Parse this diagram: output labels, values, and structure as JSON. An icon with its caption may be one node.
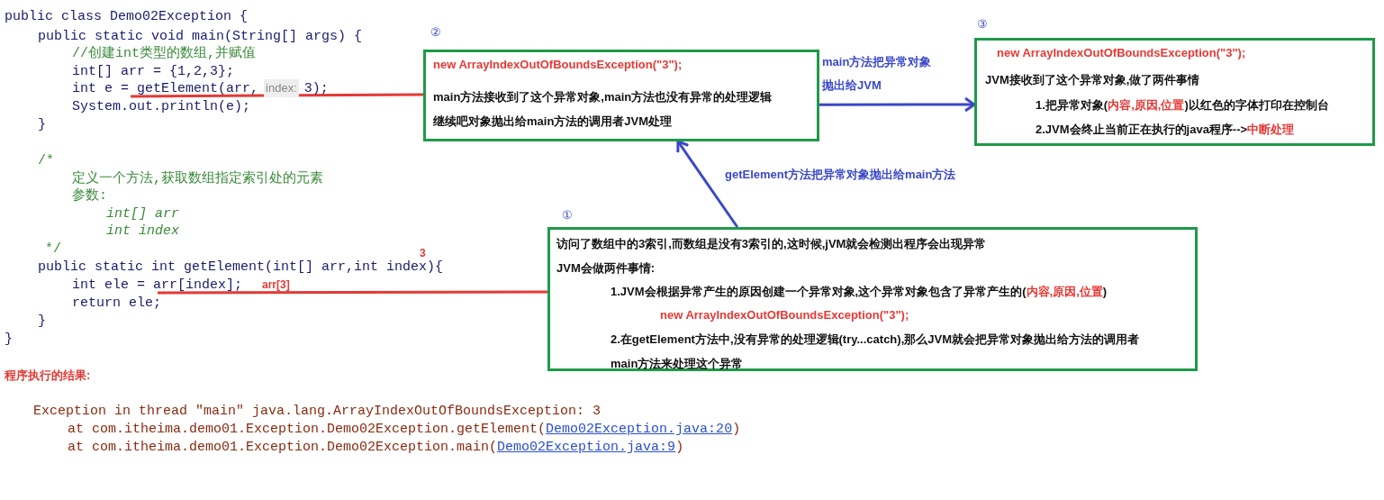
{
  "diagram": {
    "nodes": [
      {
        "text": [
          "int e = getElement(arr,",
          "index:",
          "3);"
        ]
      },
      {
        "text": [
          "new ArrayIndexOutOfBoundsException(\"3\");",
          "main方法接收到了这个异常对象,main方法也没有异常的处理逻辑",
          "继续吧对象抛出给main方法的调用者JVM处理"
        ],
        "beside": [
          "②"
        ]
      },
      {
        "text": [
          "new ArrayIndexOutOfBoundsException(\"3\");",
          "JVM接收到了这个异常对象,做了两件事情",
          "1.把异常对象(",
          "内容,原因,位置",
          ")以红色的字体打印在控制台",
          "2.JVM会终止当前正在执行的java程序-->",
          "中断处理"
        ],
        "beside": [
          "③"
        ]
      },
      {
        "text": [
          "访问了数组中的3索引,而数组是没有3索引的,这时候,jVM就会检测出程序会出现异常",
          "JVM会做两件事情:",
          "1.JVM会根据异常产生的原因创建一个异常对象,这个异常对象包含了异常产生的(",
          "内容,原因,位置",
          ")",
          "new ArrayIndexOutOfBoundsException(\"3\");",
          "2.在getElement方法中,没有异常的处理逻辑(try...catch),那么JVM就会把异常对象抛出给方法的调用者",
          "main方法来处理这个异常"
        ],
        "beside": [
          "①"
        ]
      },
      {
        "text": [
          "int ele = arr[index];"
        ]
      }
    ],
    "edges": [
      {
        "from": 0,
        "to": 1,
        "arrow": "none",
        "color": "#e53935"
      },
      {
        "from": 4,
        "to": 3,
        "arrow": "none",
        "color": "#e53935"
      },
      {
        "from": 3,
        "to": 1,
        "arrow": "to",
        "color": "#3a48c8",
        "label": "getElement方法把异常对象抛出给main方法"
      },
      {
        "from": 1,
        "to": 2,
        "arrow": "to",
        "color": "#3a48c8",
        "label": "main方法把异常对象抛出给JVM"
      }
    ],
    "labels": [
      "public class Demo02Exception {",
      "public static void main(String[] args) {",
      "//创建int类型的数组,并赋值",
      "int[] arr = {1,2,3};",
      "System.out.println(e);",
      "}",
      "/*",
      "定义一个方法,获取数组指定索引处的元素",
      "参数:",
      "int[] arr",
      "int index",
      "*/",
      "3",
      "public static int getElement(int[] arr,int index){",
      "arr[3]",
      "return ele;",
      "}",
      "}",
      "程序执行的结果:",
      "Exception in thread \"main\" java.lang.ArrayIndexOutOfBoundsException: 3",
      "at com.itheima.demo01.Exception.Demo02Exception.getElement(",
      "Demo02Exception.java:20",
      ")",
      "at com.itheima.demo01.Exception.Demo02Exception.main(",
      "Demo02Exception.java:9",
      ")"
    ]
  }
}
